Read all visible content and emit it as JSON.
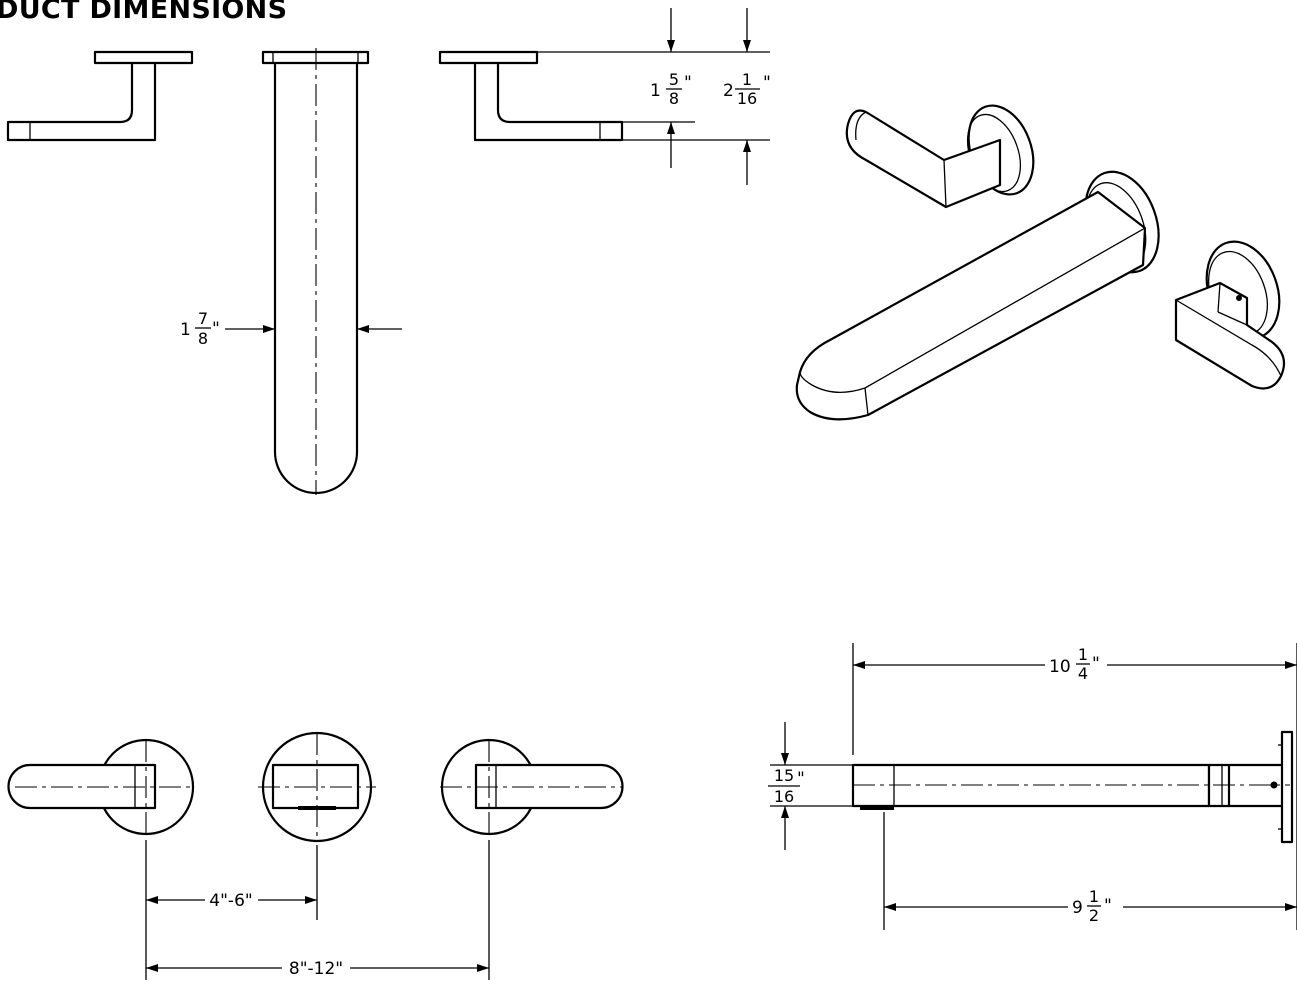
{
  "header": {
    "title": "DUCT DIMENSIONS"
  },
  "dimensions": {
    "lever_height": {
      "whole": "1",
      "num": "5",
      "den": "8",
      "unit": "\""
    },
    "escutcheon_height": {
      "whole": "2",
      "num": "1",
      "den": "16",
      "unit": "\""
    },
    "spout_width": {
      "whole": "1",
      "num": "7",
      "den": "8",
      "unit": "\""
    },
    "spout_length": {
      "whole": "10",
      "num": "1",
      "den": "4",
      "unit": "\""
    },
    "spout_thickness": {
      "num": "15",
      "den": "16",
      "unit": "\""
    },
    "spout_projection": {
      "whole": "9",
      "num": "1",
      "den": "2",
      "unit": "\""
    },
    "spacing_spout_to_handle": "4\"-6\"",
    "spacing_handle_to_handle": "8\"-12\""
  },
  "colors": {
    "line": "#000000",
    "background": "#ffffff"
  }
}
